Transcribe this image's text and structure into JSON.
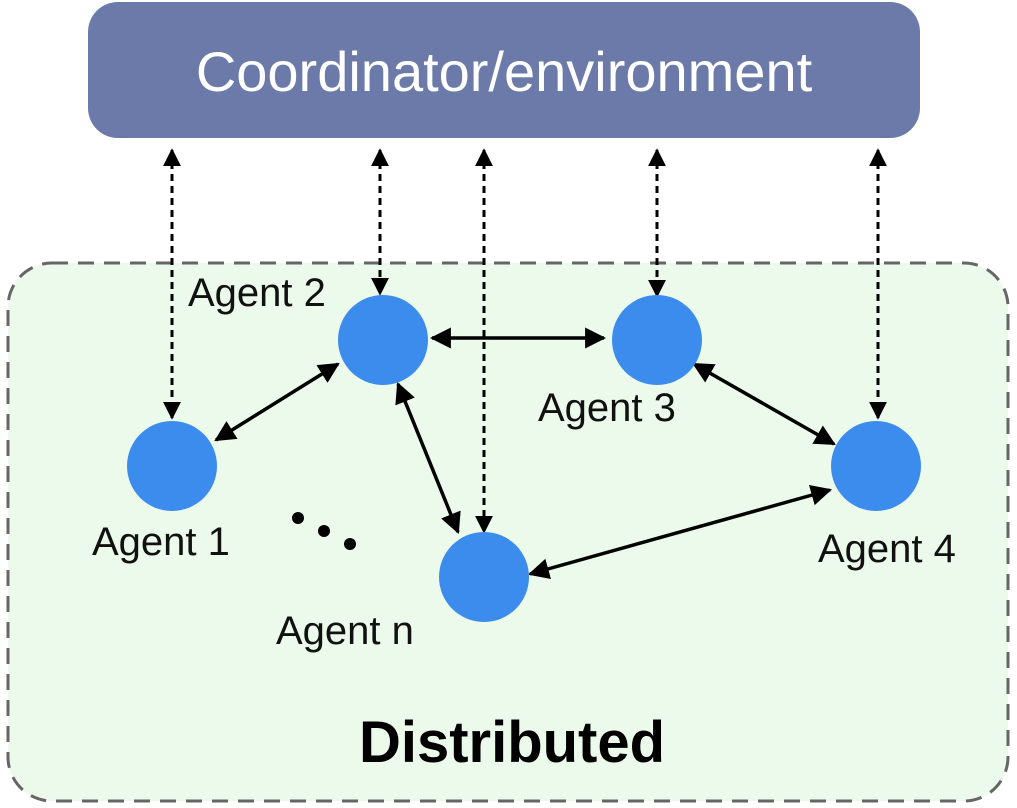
{
  "coordinator": {
    "label": "Coordinator/environment"
  },
  "region": {
    "label": "Distributed"
  },
  "agents": [
    {
      "id": "agent-1",
      "label": "Agent 1"
    },
    {
      "id": "agent-2",
      "label": "Agent 2"
    },
    {
      "id": "agent-3",
      "label": "Agent 3"
    },
    {
      "id": "agent-4",
      "label": "Agent 4"
    },
    {
      "id": "agent-n",
      "label": "Agent n"
    }
  ],
  "colors": {
    "coordinator_fill": "#6b7aa8",
    "region_fill": "#ebfaeb",
    "region_border": "#666666",
    "agent_fill": "#3b8ced",
    "arrow": "#000000"
  }
}
